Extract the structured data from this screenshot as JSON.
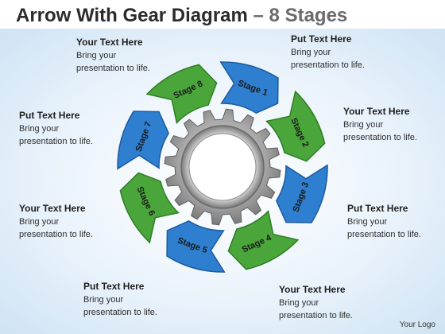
{
  "title": {
    "main": "Arrow With Gear Diagram",
    "separator": "–",
    "sub": "8 Stages"
  },
  "colors": {
    "blue": "#2e7fd0",
    "blue_dark": "#1c5a9c",
    "green": "#4aa63a",
    "green_dark": "#2f7d26",
    "gear": "#9a9a9a"
  },
  "stages": [
    {
      "label": "Stage 1",
      "color": "blue"
    },
    {
      "label": "Stage 2",
      "color": "green"
    },
    {
      "label": "Stage 3",
      "color": "blue"
    },
    {
      "label": "Stage 4",
      "color": "green"
    },
    {
      "label": "Stage 5",
      "color": "blue"
    },
    {
      "label": "Stage 6",
      "color": "green"
    },
    {
      "label": "Stage 7",
      "color": "blue"
    },
    {
      "label": "Stage 8",
      "color": "green"
    }
  ],
  "callouts": [
    {
      "head": "Put Text Here",
      "body": "Bring your\npresentation to life."
    },
    {
      "head": "Your Text Here",
      "body": "Bring your\npresentation to life."
    },
    {
      "head": "Put Text Here",
      "body": "Bring your\npresentation to life."
    },
    {
      "head": "Your Text Here",
      "body": "Bring your\npresentation to life."
    },
    {
      "head": "Put Text Here",
      "body": "Bring your\npresentation to life."
    },
    {
      "head": "Your Text Here",
      "body": "Bring your\npresentation to life."
    },
    {
      "head": "Put Text Here",
      "body": "Bring your\npresentation to life."
    },
    {
      "head": "Your Text Here",
      "body": "Bring your\npresentation to life."
    }
  ],
  "logo": "Your Logo"
}
